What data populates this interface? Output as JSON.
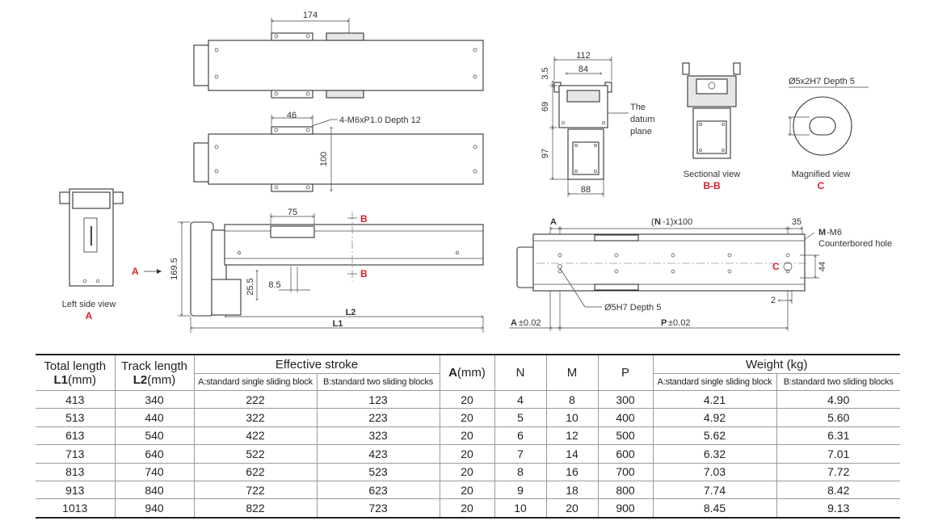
{
  "drawing": {
    "top_view": {
      "dim_block_pitch": "174"
    },
    "second_view": {
      "dim_block_width": "46",
      "thread_note": "4-M6xP1.0 Depth 12",
      "dim_width": "100"
    },
    "side_view": {
      "dim_block_offset": "75",
      "dim_height": "169.5",
      "dim_25_5": "25.5",
      "dim_8_5": "8.5",
      "label_L2": "L2",
      "label_L1": "L1",
      "section_mark": "B",
      "view_arrow": "A"
    },
    "left_view": {
      "caption": "Left side view",
      "caption_letter": "A"
    },
    "end_view": {
      "dim_112": "112",
      "dim_84": "84",
      "dim_3_5": "3.5",
      "dim_69": "69",
      "dim_97": "97",
      "dim_88": "88",
      "datum_l1": "The",
      "datum_l2": "datum",
      "datum_l3": "plane"
    },
    "section_view": {
      "caption": "Sectional view",
      "caption_letter": "B-B"
    },
    "magnified_view": {
      "caption": "Magnified view",
      "caption_letter": "C",
      "hole_note": "Ø5x2H7 Depth 5"
    },
    "bottom_view": {
      "label_A": "A",
      "label_pitch_N": "N",
      "label_pitch_rest": "-1)x100",
      "dim_35": "35",
      "hole_M": "M",
      "hole_M_rest": "-M6",
      "hole_desc": "Counterbored hole",
      "dim_44": "44",
      "dim_2": "2",
      "pin_note": "Ø5H7 Depth 5",
      "label_C": "C",
      "tol_A": "A",
      "tol_A_rest": "±0.02",
      "tol_P": "P",
      "tol_P_rest": "±0.02"
    }
  },
  "table": {
    "headers": {
      "total_length_l1": "Total length",
      "total_length_l2_bold": "L1",
      "total_length_l2_rest": "(mm)",
      "track_length_l1": "Track length",
      "track_length_l2_bold": "L2",
      "track_length_l2_rest": "(mm)",
      "effective_stroke": "Effective stroke",
      "stroke_a": "A:standard single sliding block",
      "stroke_b": "B:standard two sliding blocks",
      "a_bold": "A",
      "a_rest": "(mm)",
      "n": "N",
      "m": "M",
      "p": "P",
      "weight": "Weight (kg)",
      "weight_a": "A:standard single sliding block",
      "weight_b": "B:standard two sliding blocks"
    },
    "rows": [
      [
        "413",
        "340",
        "222",
        "123",
        "20",
        "4",
        "8",
        "300",
        "4.21",
        "4.90"
      ],
      [
        "513",
        "440",
        "322",
        "223",
        "20",
        "5",
        "10",
        "400",
        "4.92",
        "5.60"
      ],
      [
        "613",
        "540",
        "422",
        "323",
        "20",
        "6",
        "12",
        "500",
        "5.62",
        "6.31"
      ],
      [
        "713",
        "640",
        "522",
        "423",
        "20",
        "7",
        "14",
        "600",
        "6.32",
        "7.01"
      ],
      [
        "813",
        "740",
        "622",
        "523",
        "20",
        "8",
        "16",
        "700",
        "7.03",
        "7.72"
      ],
      [
        "913",
        "840",
        "722",
        "623",
        "20",
        "9",
        "18",
        "800",
        "7.74",
        "8.42"
      ],
      [
        "1013",
        "940",
        "822",
        "723",
        "20",
        "10",
        "20",
        "900",
        "8.45",
        "9.13"
      ]
    ]
  }
}
